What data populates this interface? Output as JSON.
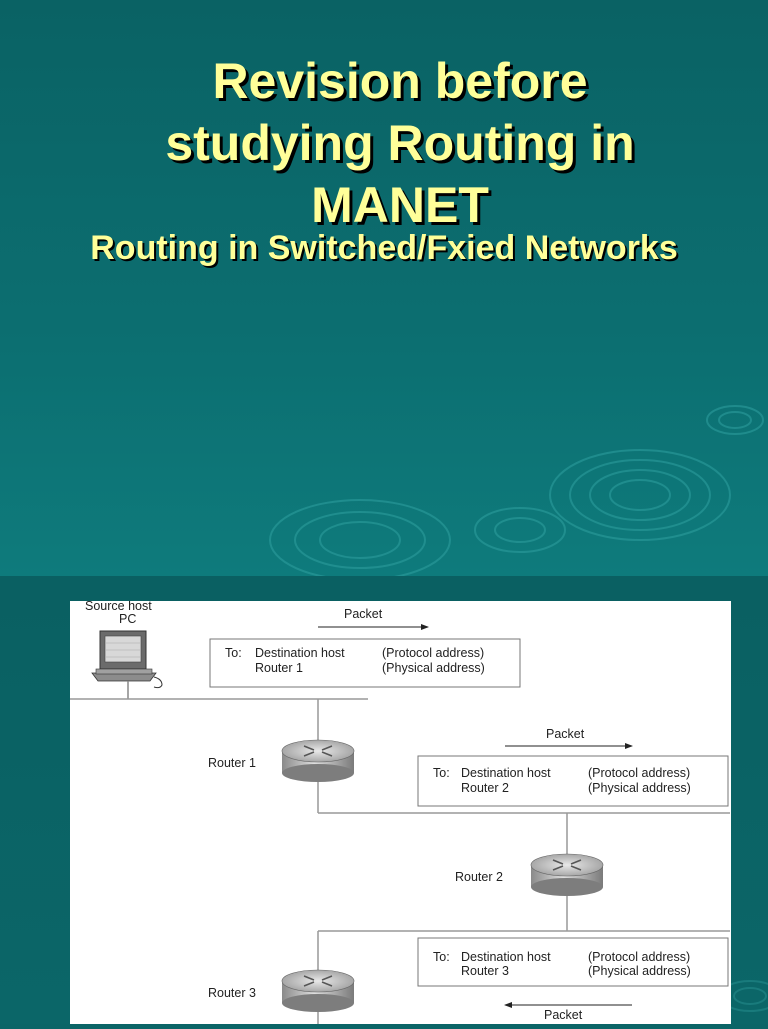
{
  "slide": {
    "title_lines": [
      "Revision before",
      "studying Routing in",
      "MANET"
    ],
    "subtitle": "Routing in Switched/Fxied Networks",
    "colors": {
      "title": "#ffff99",
      "background": "#0b6567",
      "shadow": "#000000"
    }
  },
  "diagram": {
    "source_host": {
      "line1": "Source host",
      "line2": "PC"
    },
    "packets": [
      {
        "label": "Packet",
        "direction": "right"
      },
      {
        "label": "Packet",
        "direction": "right"
      },
      {
        "label": "Packet",
        "direction": "left"
      }
    ],
    "frames": [
      {
        "to_label": "To:",
        "dest": "Destination host",
        "dest_note": "(Protocol address)",
        "next": "Router 1",
        "next_note": "(Physical address)"
      },
      {
        "to_label": "To:",
        "dest": "Destination host",
        "dest_note": "(Protocol address)",
        "next": "Router 2",
        "next_note": "(Physical address)"
      },
      {
        "to_label": "To:",
        "dest": "Destination host",
        "dest_note": "(Protocol address)",
        "next": "Router 3",
        "next_note": "(Physical address)"
      }
    ],
    "routers": [
      {
        "label": "Router 1",
        "icon": "router-icon"
      },
      {
        "label": "Router 2",
        "icon": "router-icon"
      },
      {
        "label": "Router 3",
        "icon": "router-icon"
      }
    ]
  }
}
